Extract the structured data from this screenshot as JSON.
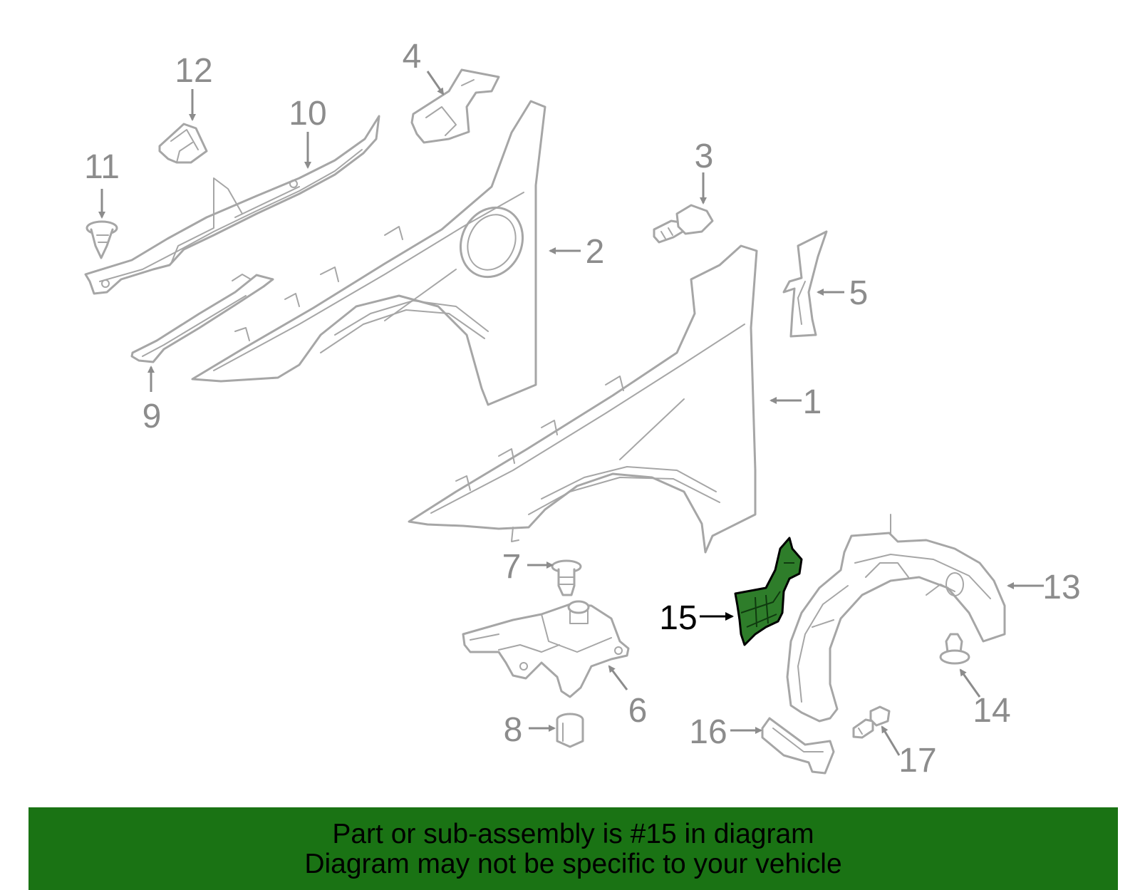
{
  "colors": {
    "banner_background": "#1a7314",
    "highlight_part": "#2e7d2a",
    "part_outline": "#a6a6a6",
    "callout_text": "#8c8c8c",
    "highlight_text": "#000000"
  },
  "callouts": {
    "c1": "1",
    "c2": "2",
    "c3": "3",
    "c4": "4",
    "c5": "5",
    "c6": "6",
    "c7": "7",
    "c8": "8",
    "c9": "9",
    "c10": "10",
    "c11": "11",
    "c12": "12",
    "c13": "13",
    "c14": "14",
    "c15": "15",
    "c16": "16",
    "c17": "17"
  },
  "highlighted_callout": "15",
  "banner": {
    "line1": "Part or sub-assembly is #15 in diagram",
    "line2": "Diagram may not be specific to your vehicle"
  }
}
